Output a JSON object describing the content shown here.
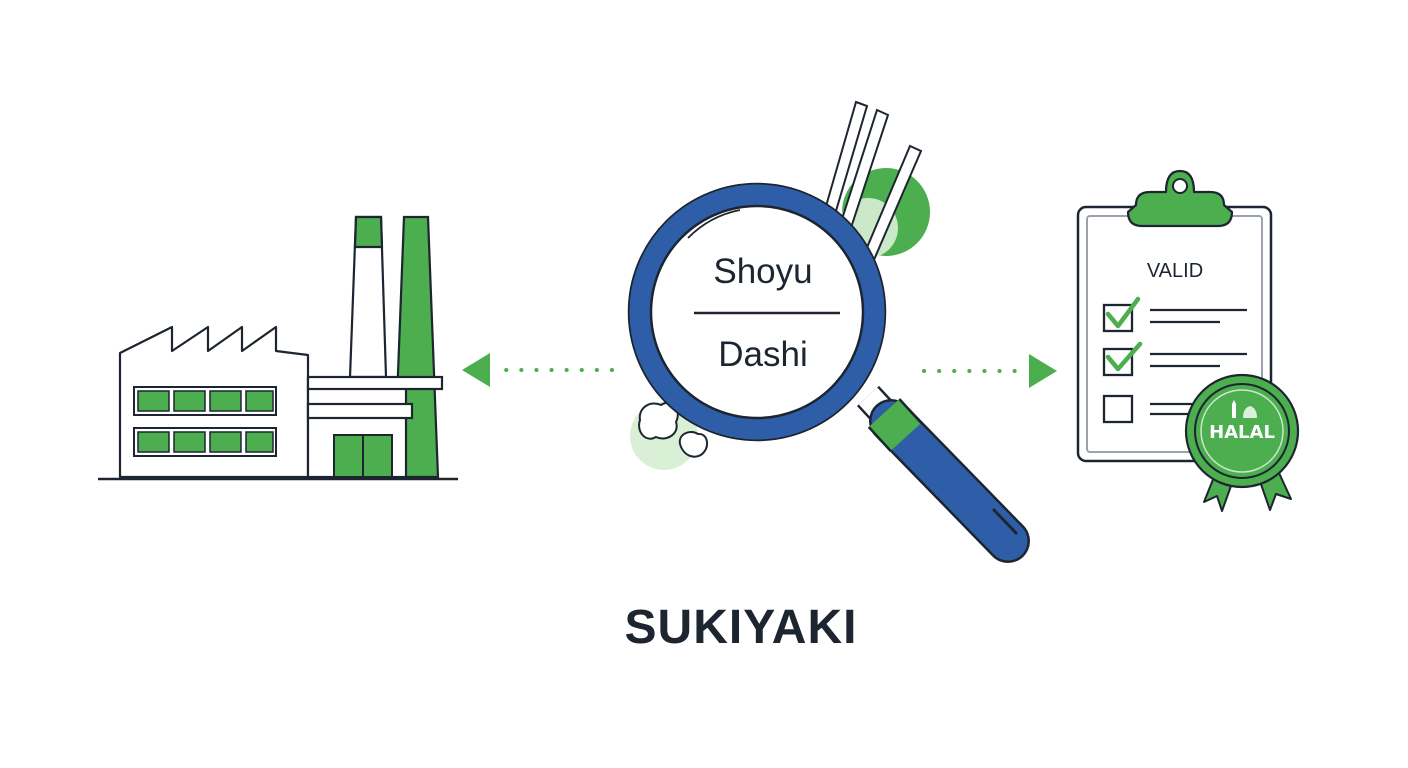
{
  "colors": {
    "green": "#4cae4f",
    "light_green": "#c9e7c5",
    "blue": "#2f5ea8",
    "ink": "#1c2530",
    "paper": "#ffffff"
  },
  "icons": {
    "factory": "factory-icon",
    "magnifier": "magnifying-glass-icon",
    "chopsticks": "chopsticks-icon",
    "clipboard": "clipboard-icon",
    "seal": "halal-seal-icon"
  },
  "lens": {
    "top_text": "Shoyu",
    "bottom_text": "Dashi"
  },
  "clipboard": {
    "header": "VALID",
    "checklist": [
      {
        "checked": true
      },
      {
        "checked": true
      },
      {
        "checked": false
      }
    ]
  },
  "seal": {
    "text": "HALAL"
  },
  "caption": "SUKIYAKI"
}
